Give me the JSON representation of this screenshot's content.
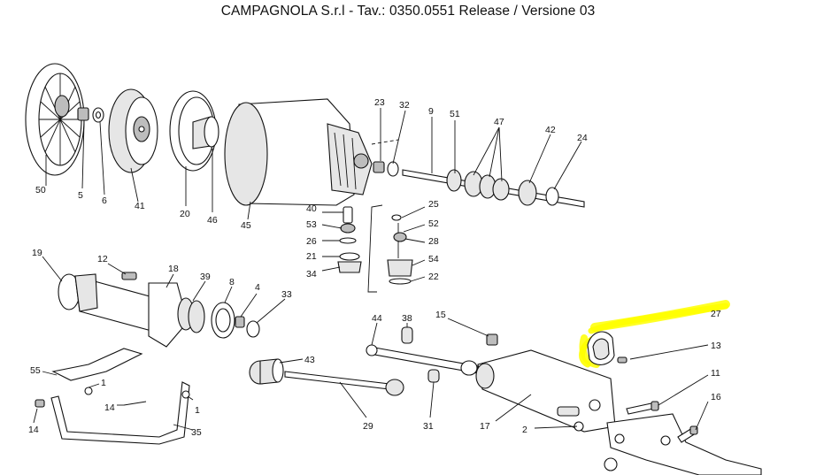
{
  "title": "CAMPAGNOLA S.r.l - Tav.: 0350.0551 Release / Versione 03",
  "highlight_color": "#ffff00",
  "callouts": {
    "p1a": "1",
    "p1b": "1",
    "p2": "2",
    "p4": "4",
    "p5": "5",
    "p6": "6",
    "p8": "8",
    "p9": "9",
    "p11": "11",
    "p12": "12",
    "p13": "13",
    "p14a": "14",
    "p14b": "14",
    "p15": "15",
    "p16": "16",
    "p17": "17",
    "p18": "18",
    "p19": "19",
    "p20": "20",
    "p21": "21",
    "p22": "22",
    "p23": "23",
    "p24": "24",
    "p25": "25",
    "p26": "26",
    "p27": "27",
    "p28": "28",
    "p29": "29",
    "p31": "31",
    "p32": "32",
    "p33": "33",
    "p34": "34",
    "p35": "35",
    "p38": "38",
    "p39": "39",
    "p40": "40",
    "p41": "41",
    "p42": "42",
    "p43": "43",
    "p44": "44",
    "p45": "45",
    "p46": "46",
    "p47": "47",
    "p50": "50",
    "p51": "51",
    "p52": "52",
    "p53": "53",
    "p54": "54",
    "p55": "55"
  }
}
